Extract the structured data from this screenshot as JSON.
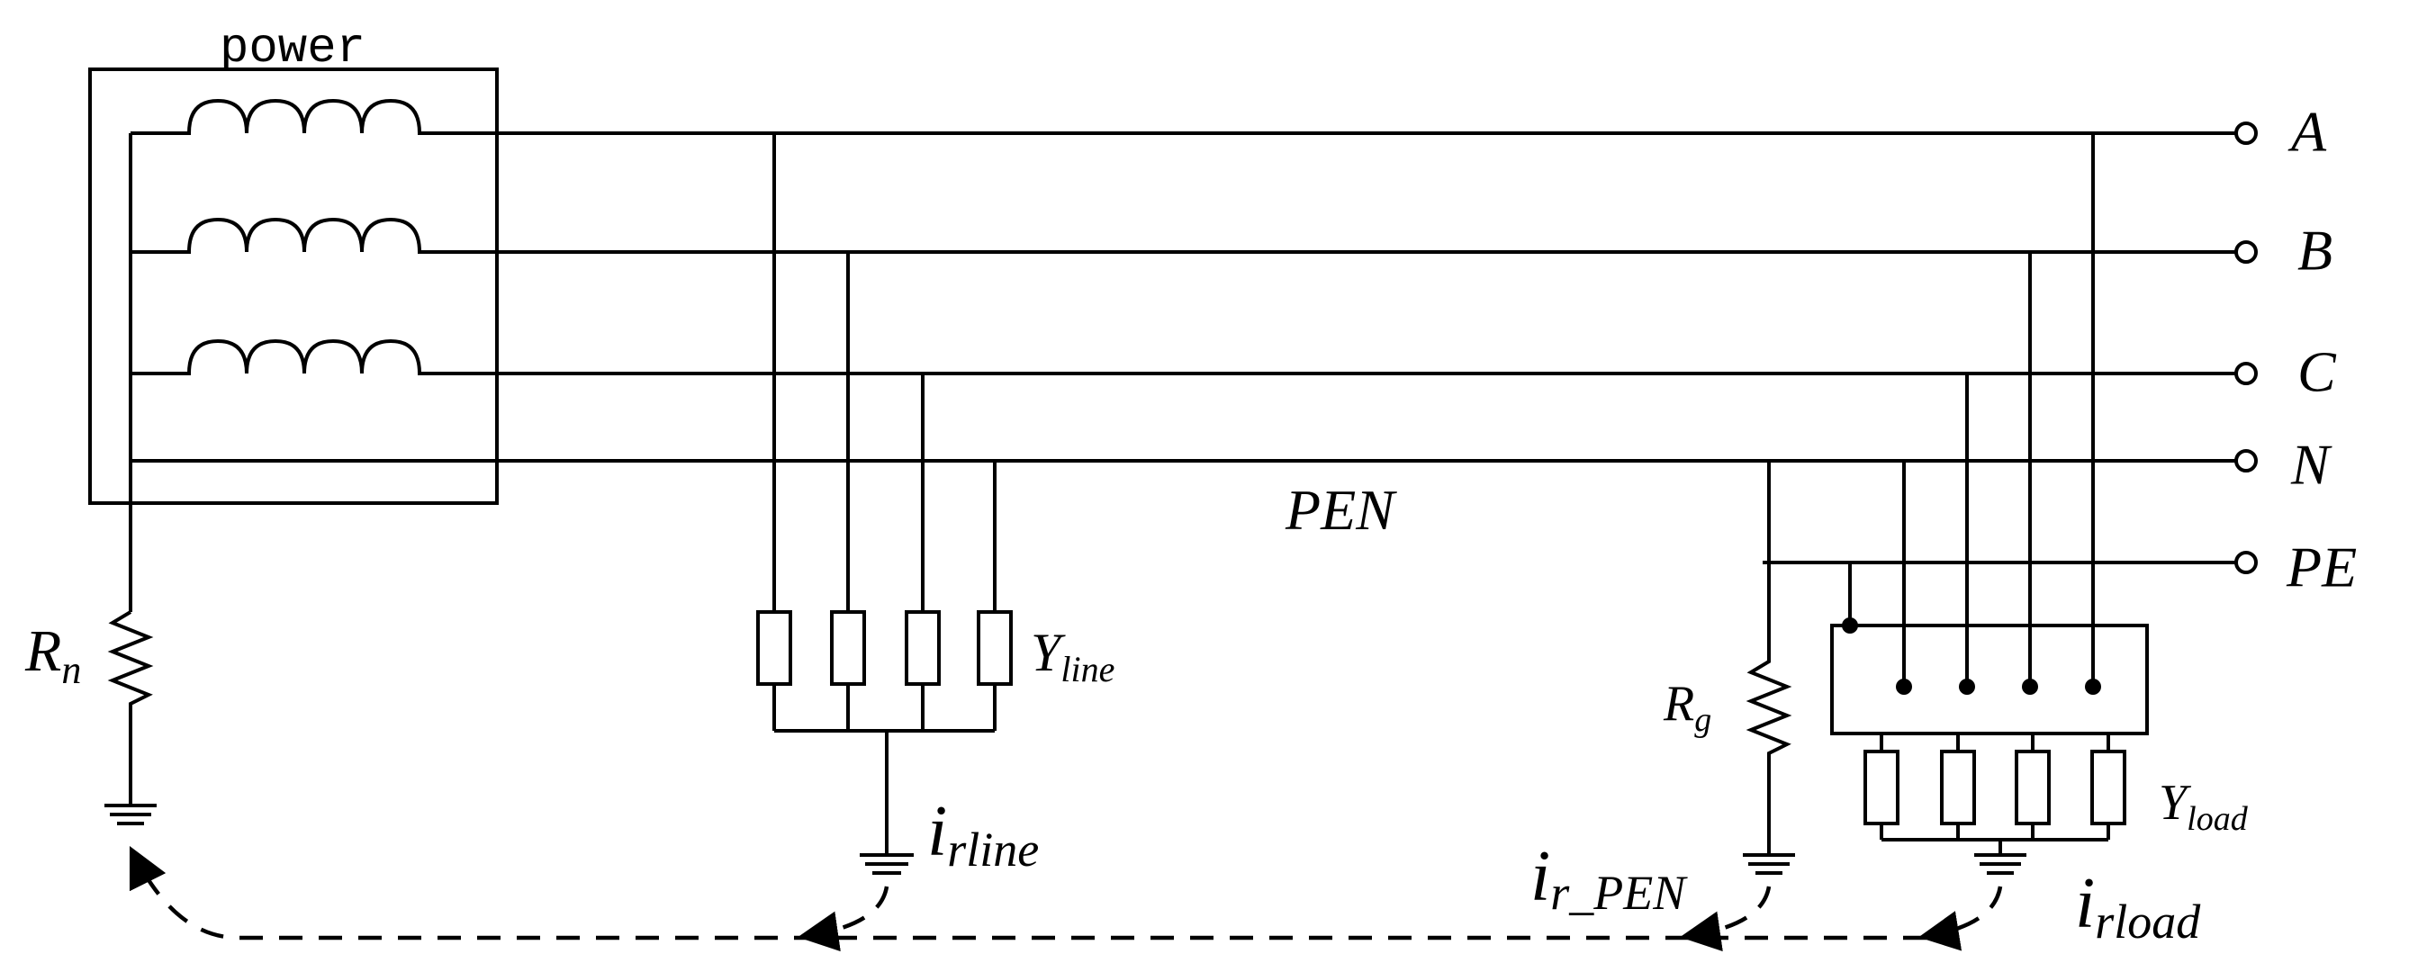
{
  "source": {
    "title": "power"
  },
  "terminals": [
    {
      "label": "A"
    },
    {
      "label": "B"
    },
    {
      "label": "C"
    },
    {
      "label": "N"
    },
    {
      "label": "PE"
    }
  ],
  "conductor": {
    "label": "PEN"
  },
  "neutral_resistor": {
    "main": "R",
    "sub": "n"
  },
  "line_admittance": {
    "main": "Y",
    "sub": "line"
  },
  "ground_resistor": {
    "main": "R",
    "sub": "g"
  },
  "load_admittance": {
    "main": "Y",
    "sub": "load"
  },
  "currents": [
    {
      "main": "i",
      "sub": "rline"
    },
    {
      "main": "i",
      "sub": "r_PEN"
    },
    {
      "main": "i",
      "sub": "rload"
    }
  ]
}
